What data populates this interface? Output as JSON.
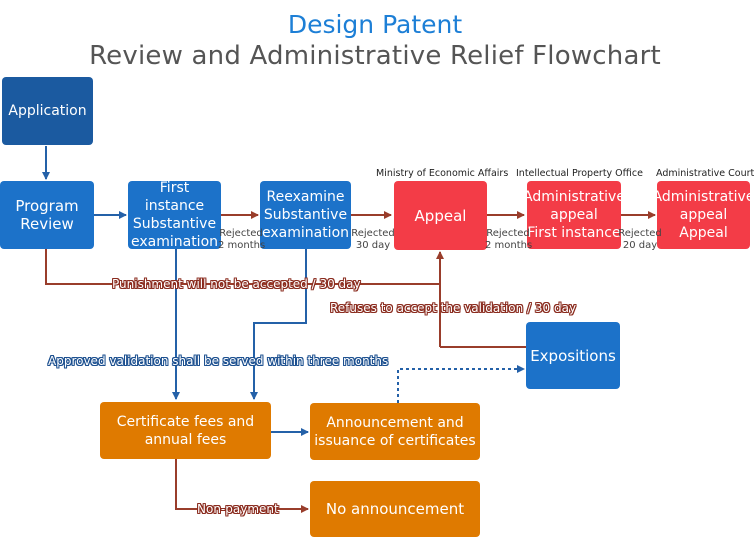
{
  "title": "Design Patent",
  "subtitle": "Review and Administrative Relief Flowchart",
  "colors": {
    "dark_blue": "#1b5aa0",
    "blue": "#1c72c9",
    "red": "#f33c47",
    "orange": "#df7a00",
    "arrow_blue": "#2461a8",
    "arrow_red": "#993d2b"
  },
  "boxes": {
    "application": "Application",
    "program_review": [
      "Program",
      "Review"
    ],
    "first_instance": [
      "First instance",
      "Substantive",
      "examination"
    ],
    "reexamine": [
      "Reexamine",
      "Substantive",
      "examination"
    ],
    "appeal": "Appeal",
    "admin_appeal_first": [
      "Administrative",
      "appeal",
      "First instance"
    ],
    "admin_appeal_appeal": [
      "Administrative",
      "appeal",
      "Appeal"
    ],
    "expositions": "Expositions",
    "certificate_fees": [
      "Certificate fees and",
      "annual fees"
    ],
    "announcement": [
      "Announcement and",
      "issuance of certificates"
    ],
    "no_announcement": "No announcement"
  },
  "group_labels": {
    "ministry": "Ministry of Economic Affairs",
    "ipo": "Intellectual Property Office",
    "court": "Administrative Court"
  },
  "rejections": {
    "r1": [
      "Rejected",
      "2 months"
    ],
    "r2": [
      "Rejected",
      "30 day"
    ],
    "r3": [
      "Rejected",
      "2 months"
    ],
    "r4": [
      "Rejected",
      "20 day"
    ]
  },
  "flow_labels": {
    "punishment": "Punishment will not be accepted / 30 day",
    "refuses": "Refuses to accept the validation / 30 day",
    "approved": "Approved validation shall be served within three months",
    "nonpayment": "Non-payment"
  }
}
